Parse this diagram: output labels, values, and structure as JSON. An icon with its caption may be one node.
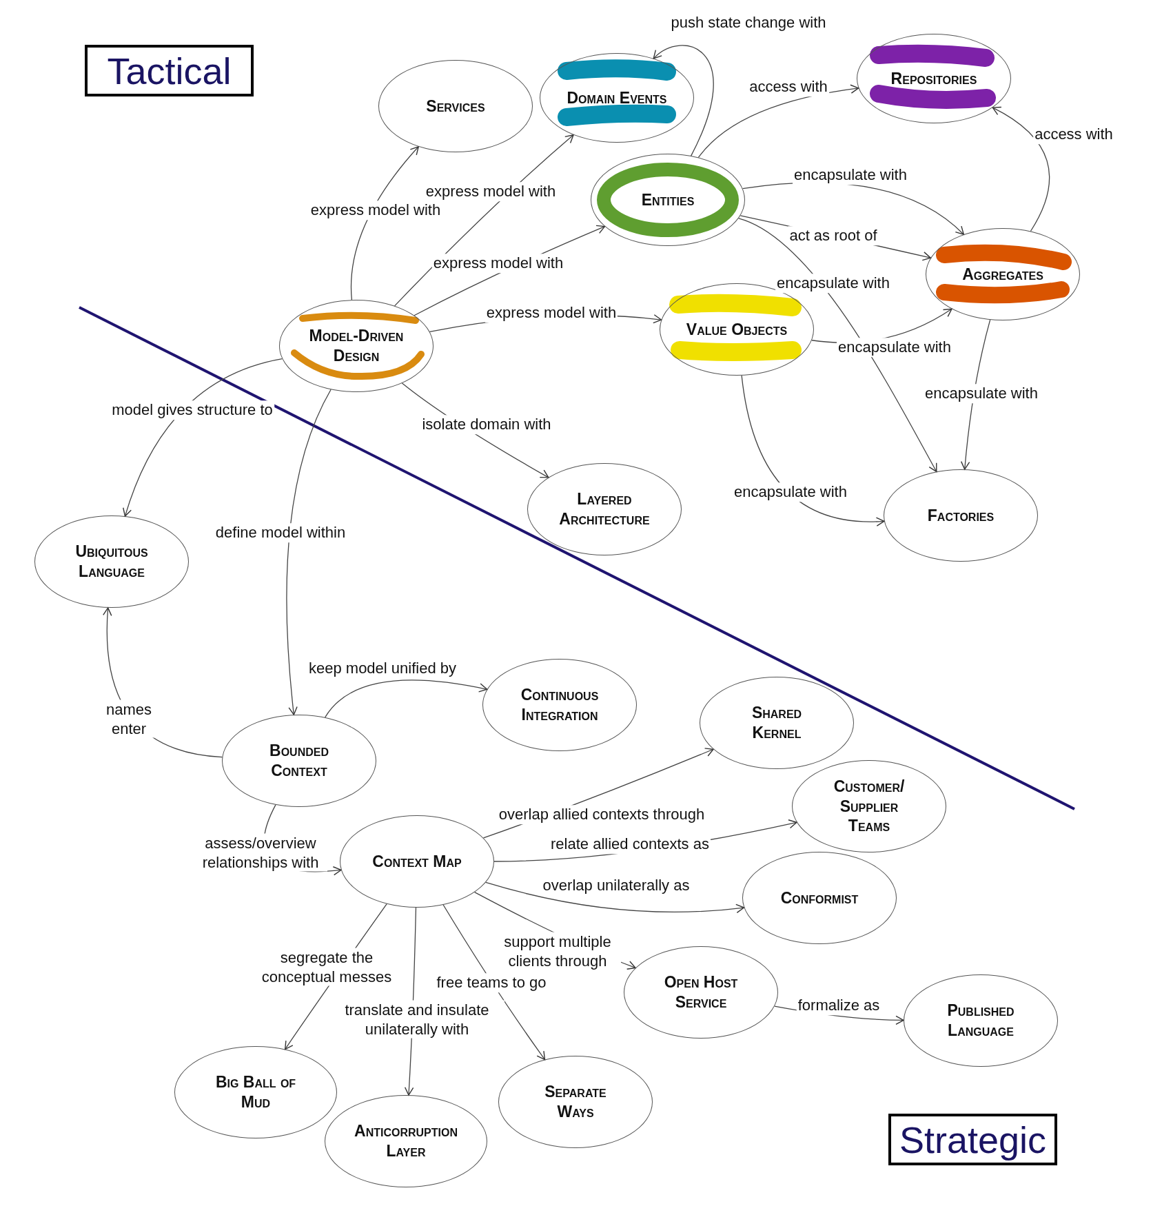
{
  "diagram": {
    "nodes": [
      {
        "text": [
          "Tactical"
        ]
      },
      {
        "text": [
          "Services"
        ]
      },
      {
        "text": [
          "Domain Events"
        ]
      },
      {
        "text": [
          "Repositories"
        ]
      },
      {
        "text": [
          "Entities"
        ]
      },
      {
        "text": [
          "Aggregates"
        ]
      },
      {
        "text": [
          "Model-Driven Design"
        ]
      },
      {
        "text": [
          "Value Objects"
        ]
      },
      {
        "text": [
          "Layered Architecture"
        ]
      },
      {
        "text": [
          "Factories"
        ]
      },
      {
        "text": [
          "Ubiquitous Language"
        ]
      },
      {
        "text": [
          "Continuous Integration"
        ]
      },
      {
        "text": [
          "Shared Kernel"
        ]
      },
      {
        "text": [
          "Bounded Context"
        ]
      },
      {
        "text": [
          "Customer/ Supplier Teams"
        ]
      },
      {
        "text": [
          "Context Map"
        ]
      },
      {
        "text": [
          "Conformist"
        ]
      },
      {
        "text": [
          "Open Host Service"
        ]
      },
      {
        "text": [
          "Published Language"
        ]
      },
      {
        "text": [
          "Big Ball of Mud"
        ]
      },
      {
        "text": [
          "Separate Ways"
        ]
      },
      {
        "text": [
          "Anticorruption Layer"
        ]
      },
      {
        "text": [
          "Strategic"
        ]
      }
    ],
    "edges": [
      {
        "from": 4,
        "to": 2,
        "arrow": "to",
        "label": "push state change with"
      },
      {
        "from": 4,
        "to": 3,
        "arrow": "to",
        "label": "access with"
      },
      {
        "from": 5,
        "to": 3,
        "arrow": "to",
        "label": "access with"
      },
      {
        "from": 4,
        "to": 5,
        "arrow": "to",
        "label": "encapsulate with"
      },
      {
        "from": 4,
        "to": 5,
        "arrow": "to",
        "label": "act as root of"
      },
      {
        "from": 4,
        "to": 9,
        "arrow": "to",
        "label": "encapsulate with"
      },
      {
        "from": 6,
        "to": 1,
        "arrow": "to",
        "label": "express model with"
      },
      {
        "from": 6,
        "to": 2,
        "arrow": "to",
        "label": "express model with"
      },
      {
        "from": 6,
        "to": 4,
        "arrow": "to",
        "label": "express model with"
      },
      {
        "from": 6,
        "to": 7,
        "arrow": "to",
        "label": "express model with"
      },
      {
        "from": 7,
        "to": 5,
        "arrow": "to",
        "label": "encapsulate with"
      },
      {
        "from": 5,
        "to": 9,
        "arrow": "to",
        "label": "encapsulate with"
      },
      {
        "from": 7,
        "to": 9,
        "arrow": "to",
        "label": "encapsulate with"
      },
      {
        "from": 6,
        "to": 8,
        "arrow": "to",
        "label": "isolate domain with"
      },
      {
        "from": 6,
        "to": 10,
        "arrow": "to",
        "label": "model gives structure to"
      },
      {
        "from": 6,
        "to": 13,
        "arrow": "to",
        "label": "define model within"
      },
      {
        "from": 13,
        "to": 10,
        "arrow": "to",
        "label": "names enter"
      },
      {
        "from": 13,
        "to": 11,
        "arrow": "to",
        "label": "keep model unified by"
      },
      {
        "from": 13,
        "to": 15,
        "arrow": "to",
        "label": "assess/overview relationships with"
      },
      {
        "from": 15,
        "to": 12,
        "arrow": "to",
        "label": "overlap allied contexts through"
      },
      {
        "from": 15,
        "to": 14,
        "arrow": "to",
        "label": "relate allied contexts as"
      },
      {
        "from": 15,
        "to": 16,
        "arrow": "to",
        "label": "overlap unilaterally as"
      },
      {
        "from": 15,
        "to": 17,
        "arrow": "to",
        "label": "support multiple clients through"
      },
      {
        "from": 17,
        "to": 18,
        "arrow": "to",
        "label": "formalize as"
      },
      {
        "from": 15,
        "to": 19,
        "arrow": "to",
        "label": "segregate the conceptual messes"
      },
      {
        "from": 15,
        "to": 21,
        "arrow": "to",
        "label": "translate and insulate unilaterally with"
      },
      {
        "from": 15,
        "to": 20,
        "arrow": "to",
        "label": "free teams to go"
      }
    ]
  }
}
